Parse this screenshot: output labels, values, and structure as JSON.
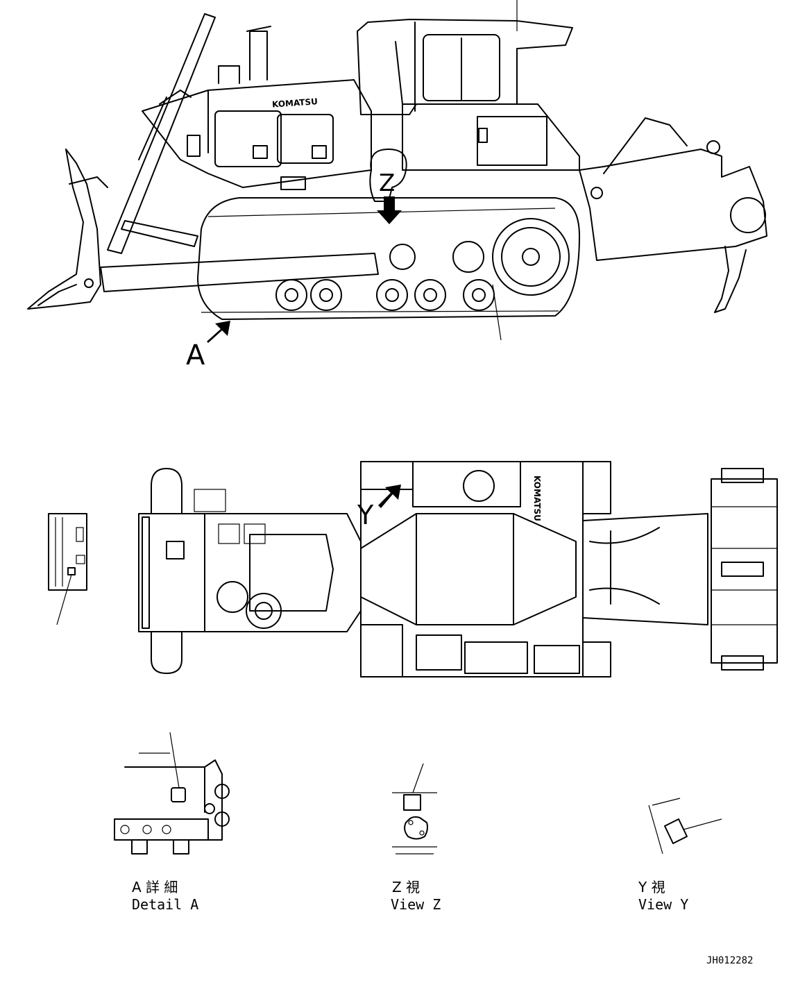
{
  "callouts": {
    "view_z_marker": "Z",
    "view_y_marker": "Y",
    "detail_a_marker": "A"
  },
  "logos": {
    "side_brand": "KOMATSU",
    "top_brand": "KOMATSU"
  },
  "captions": {
    "detail_a_jp": "A 詳 細",
    "detail_a_en": "Detail A",
    "view_z_jp": "Z 視",
    "view_z_en": "View Z",
    "view_y_jp": "Y 視",
    "view_y_en": "View Y"
  },
  "drawing_number": "JH012282"
}
